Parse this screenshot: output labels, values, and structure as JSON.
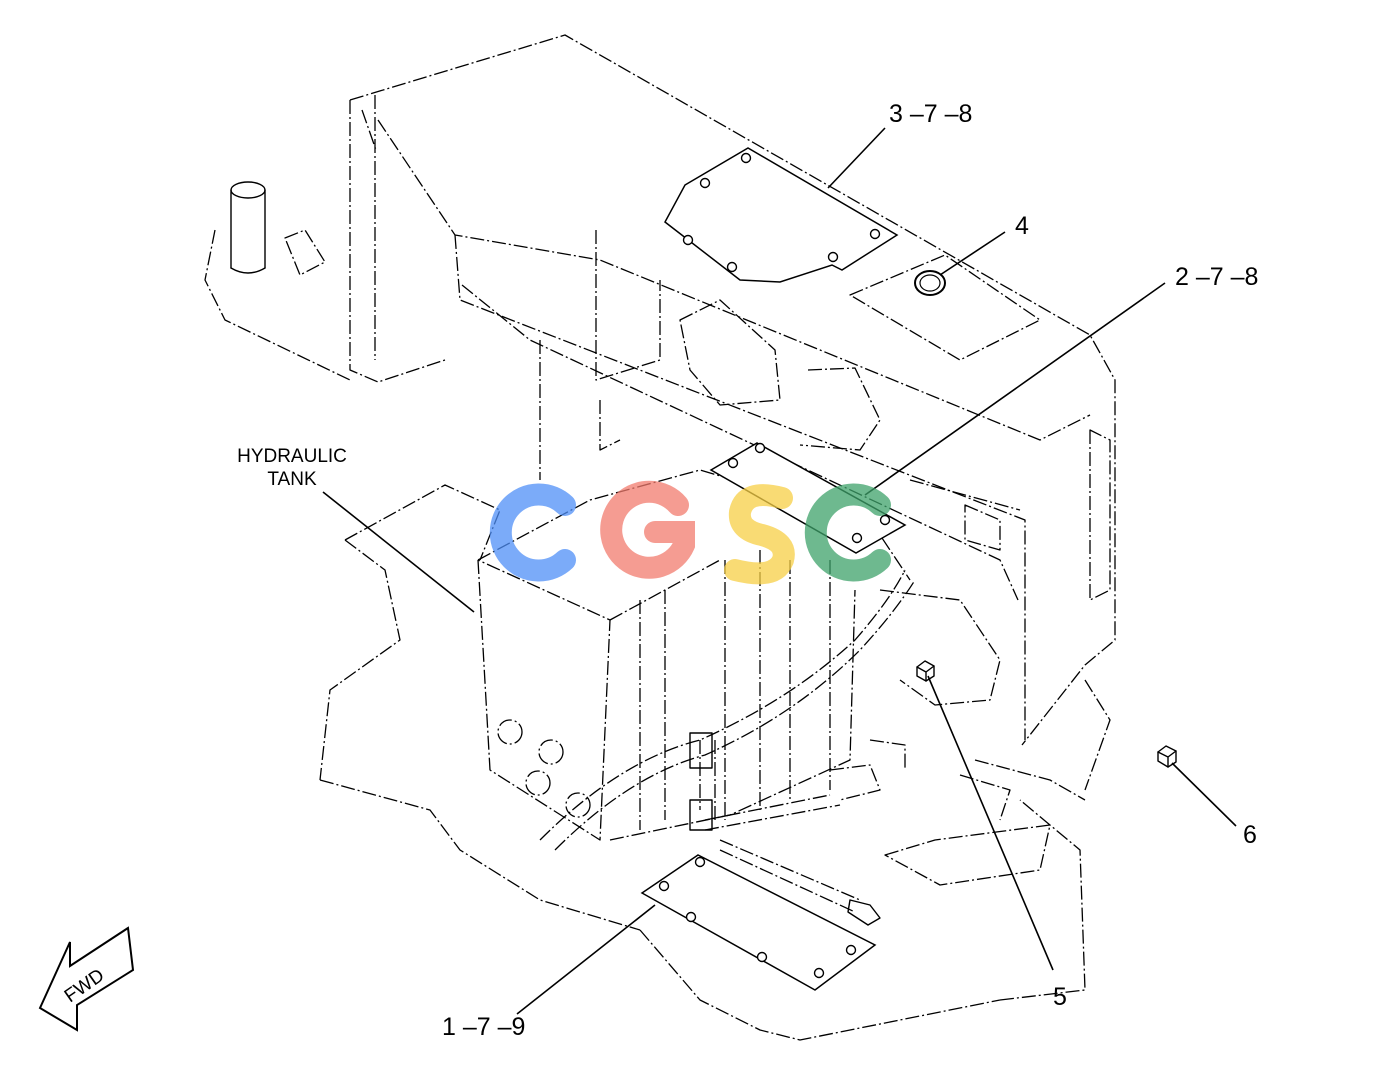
{
  "callouts": {
    "c378": "3 –7 –8",
    "c4": "4",
    "c278": "2 –7 –8",
    "c5": "5",
    "c6": "6",
    "c179": "1 –7 –9"
  },
  "hydraulic_tank_label": {
    "line1": "HYDRAULIC",
    "line2": "TANK"
  },
  "fwd_arrow_text": "FWD",
  "watermark": {
    "letters": [
      "C",
      "G",
      "S",
      "C"
    ],
    "colors": [
      "#4f8ff7",
      "#f27b6e",
      "#f7cf45",
      "#3da26a"
    ]
  }
}
